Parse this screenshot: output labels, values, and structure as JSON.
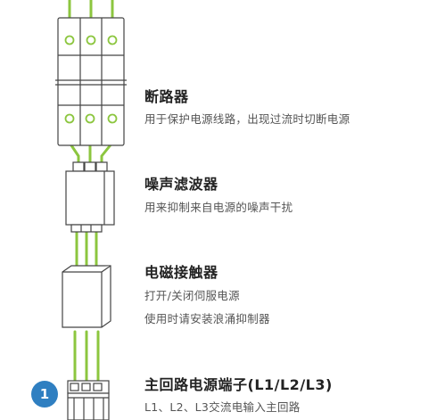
{
  "colors": {
    "wire": "#8cc63f",
    "outline": "#444444",
    "fill": "#ffffff",
    "badge": "#2f7fc1"
  },
  "components": [
    {
      "title": "断路器",
      "desc": [
        "用于保护电源线路，出现过流时切断电源"
      ]
    },
    {
      "title": "噪声滤波器",
      "desc": [
        "用来抑制来自电源的噪声干扰"
      ]
    },
    {
      "title": "电磁接触器",
      "desc": [
        "打开/关闭伺服电源",
        "使用时请安装浪涌抑制器"
      ]
    },
    {
      "title": "主回路电源端子(L1/L2/L3)",
      "desc": [
        "L1、L2、L3交流电输入主回路"
      ]
    }
  ],
  "badge": {
    "label": "1"
  }
}
